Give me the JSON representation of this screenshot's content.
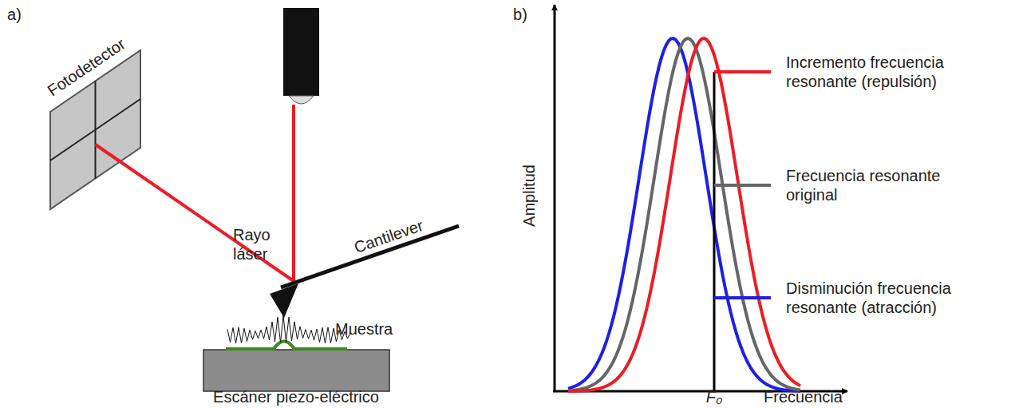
{
  "diagram": {
    "labels": [
      "a)",
      "b)",
      "Fotodetector",
      "Rayo láser",
      "Cantilever",
      "Muestra",
      "Escáner piezo-eléctrico",
      "Amplitud",
      "F₀",
      "Frecuencia",
      "Incremento frecuencia resonante (repulsión)",
      "Frecuencia resonante original",
      "Disminución frecuencia resonante (atracción)"
    ]
  }
}
